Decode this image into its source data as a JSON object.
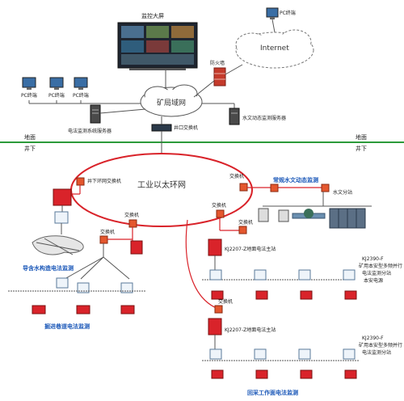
{
  "labels": {
    "monitor_wall": "监控大屏",
    "pc1": "PC终端",
    "pc2": "PC终端",
    "pc3": "PC终端",
    "pc_top": "PC终端",
    "internet": "Internet",
    "firewall": "防火墙",
    "lan": "矿局域网",
    "em_server": "电法监测系统服务器",
    "hydro_server": "水文动态监测服务器",
    "core_switch": "井口交换机",
    "ground_left": "地面",
    "underground_left": "井下",
    "ground_right": "地面",
    "underground_right": "井下",
    "ring": "工业以太环网",
    "ring_switch_top": "井下环网交换机",
    "switch_right_top": "交换机",
    "hydro_title": "常规水文动态监测",
    "hydro_sub": "水文分站",
    "switch_ring_left": "交换机",
    "switch_ring_right": "交换机",
    "switch_left_branch": "交换机",
    "em_station_1": "KJ2207-Z地面电法主站",
    "em_station_2": "KJ2207-Z地面电法主站",
    "kj_right_1_l1": "KJ2390-F",
    "kj_right_1_l2": "矿用本安型多频并行",
    "kj_right_1_l3": "电法监测分站",
    "kj_right_1_l4": "本安电源",
    "kj_right_2_l1": "KJ2390-F",
    "kj_right_2_l2": "矿用本安型多频并行",
    "kj_right_2_l3": "电法监测分站",
    "switch_mid2": "交换机",
    "switch_mid3": "交换机",
    "mon_left_1": "导含水构造电法监测",
    "mon_left_2": "掘进巷道电法监测",
    "mon_bottom": "回采工作面电法监测"
  },
  "colors": {
    "ground_line": "#2c9a3a",
    "ring": "#d9232a",
    "title_blue": "#1a57b8",
    "device_red": "#d9232a",
    "switch_orange": "#e4572e"
  }
}
